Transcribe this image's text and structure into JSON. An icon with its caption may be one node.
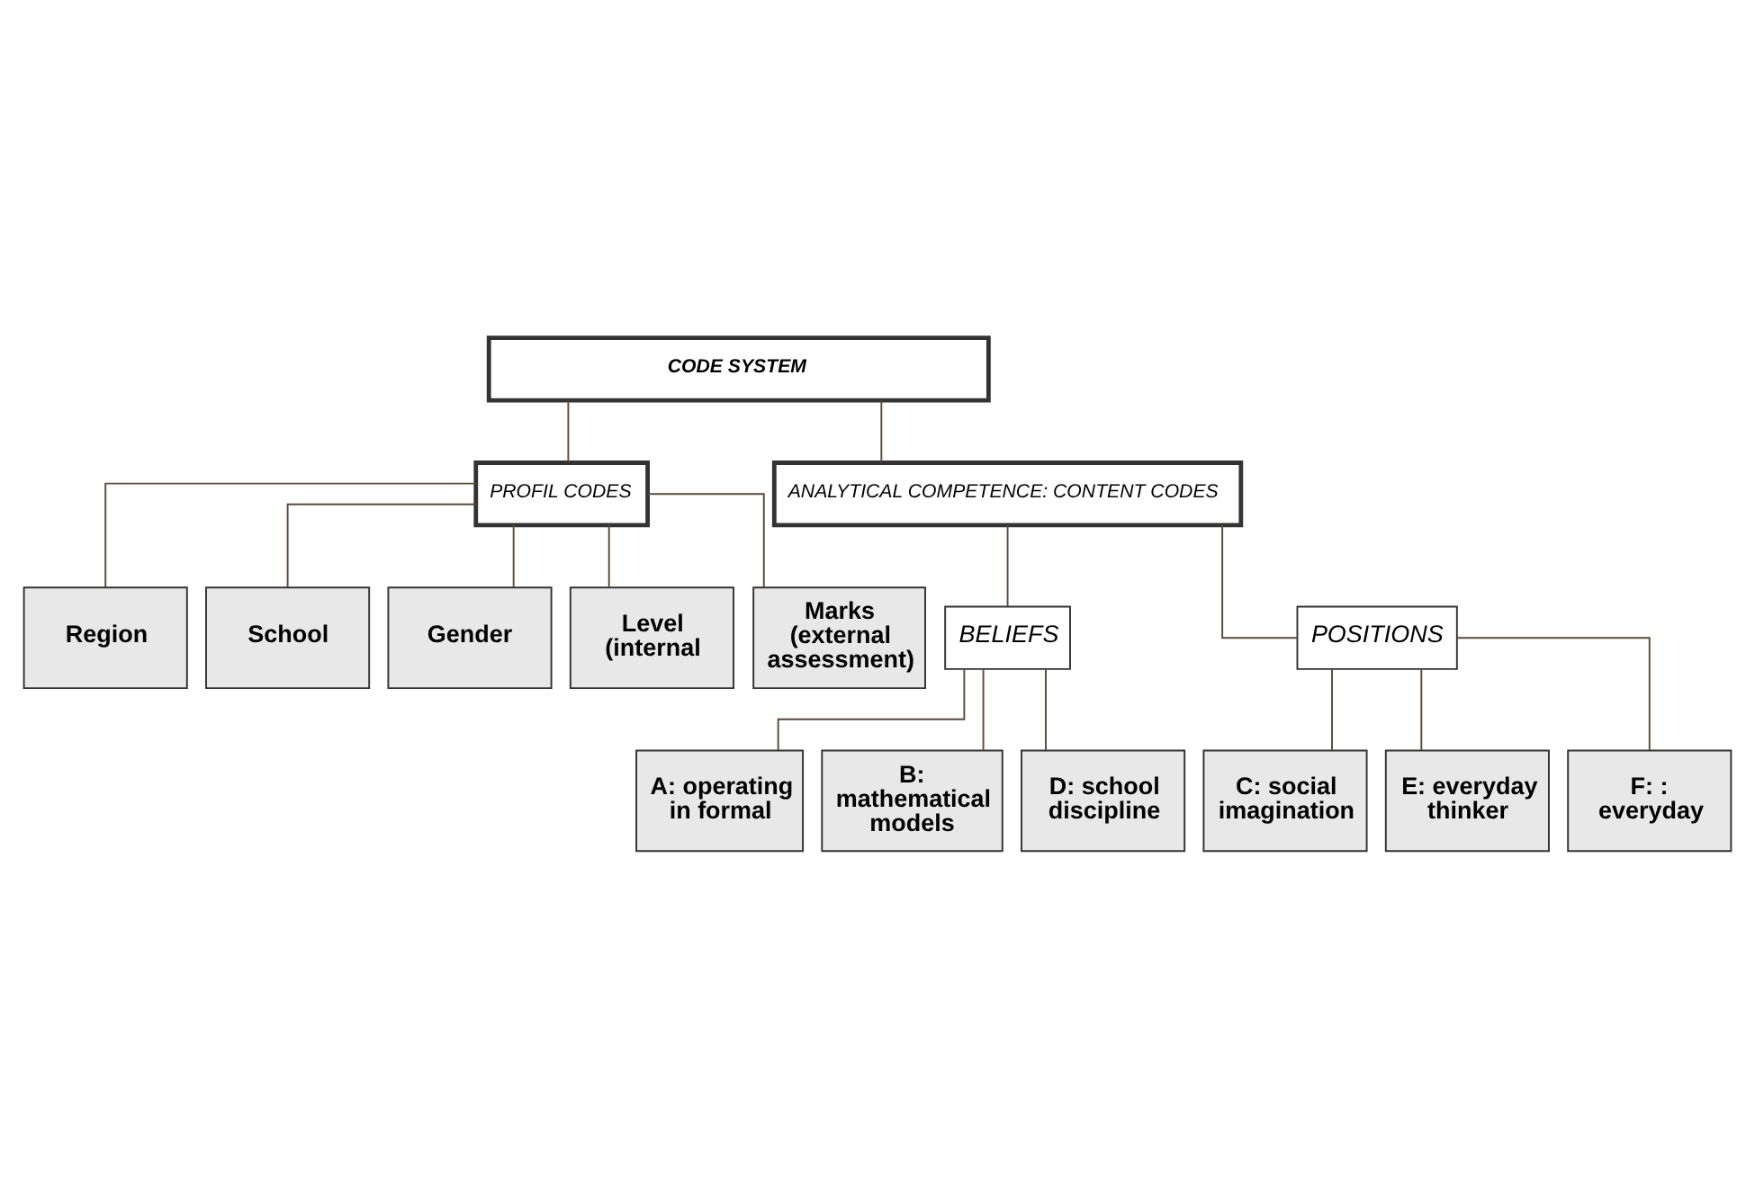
{
  "diagram": {
    "nodes": [
      {
        "text": [
          "CODE SYSTEM"
        ]
      },
      {
        "text": [
          "PROFIL CODES"
        ]
      },
      {
        "text": [
          "ANALYTICAL COMPETENCE: CONTENT CODES"
        ]
      },
      {
        "text": [
          "Region"
        ]
      },
      {
        "text": [
          "School"
        ]
      },
      {
        "text": [
          "Gender"
        ]
      },
      {
        "text": [
          "Level (internal"
        ]
      },
      {
        "text": [
          "Marks (external assessment)"
        ]
      },
      {
        "text": [
          "BELIEFS"
        ]
      },
      {
        "text": [
          "POSITIONS"
        ]
      },
      {
        "text": [
          "A: operating in formal"
        ]
      },
      {
        "text": [
          "B: mathematical models"
        ]
      },
      {
        "text": [
          "D: school discipline"
        ]
      },
      {
        "text": [
          "C: social imagination"
        ]
      },
      {
        "text": [
          "E: everyday thinker"
        ]
      },
      {
        "text": [
          "F: : everyday"
        ]
      }
    ],
    "edges": [
      {
        "from": 0,
        "to": 1,
        "arrow": "none"
      },
      {
        "from": 0,
        "to": 2,
        "arrow": "none"
      },
      {
        "from": 1,
        "to": 3,
        "arrow": "none"
      },
      {
        "from": 1,
        "to": 4,
        "arrow": "none"
      },
      {
        "from": 1,
        "to": 5,
        "arrow": "none"
      },
      {
        "from": 1,
        "to": 6,
        "arrow": "none"
      },
      {
        "from": 1,
        "to": 7,
        "arrow": "none"
      },
      {
        "from": 2,
        "to": 8,
        "arrow": "none"
      },
      {
        "from": 2,
        "to": 9,
        "arrow": "none"
      },
      {
        "from": 8,
        "to": 10,
        "arrow": "none"
      },
      {
        "from": 8,
        "to": 11,
        "arrow": "none"
      },
      {
        "from": 8,
        "to": 12,
        "arrow": "none"
      },
      {
        "from": 9,
        "to": 13,
        "arrow": "none"
      },
      {
        "from": 9,
        "to": 14,
        "arrow": "none"
      },
      {
        "from": 9,
        "to": 15,
        "arrow": "none"
      }
    ]
  }
}
